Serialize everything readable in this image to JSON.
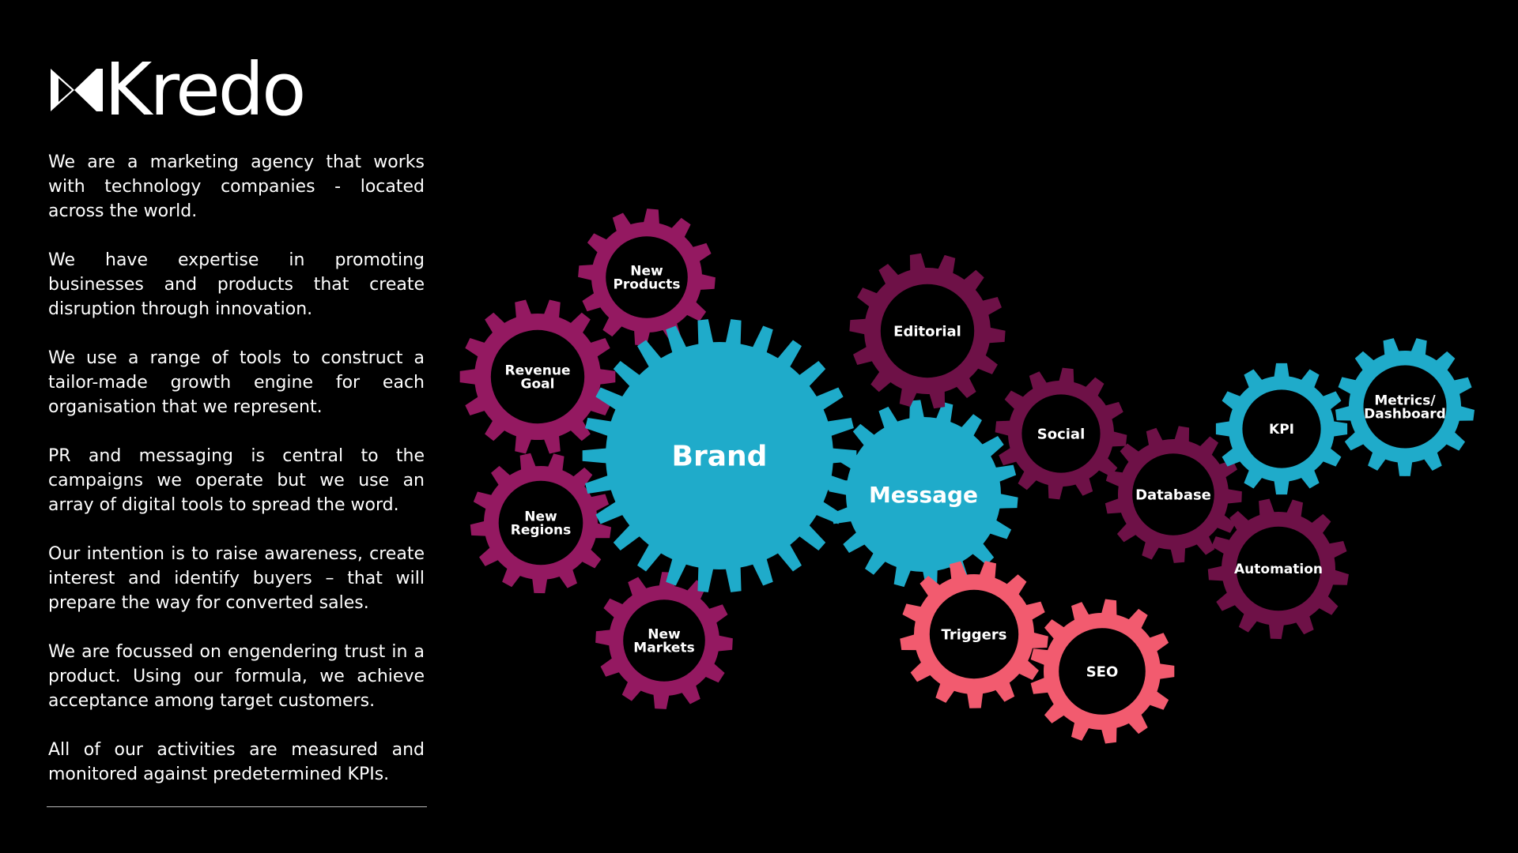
{
  "brand": {
    "name": "Kredo"
  },
  "intro": {
    "paragraphs": [
      "We are a marketing agency that works with technology companies - located across the world.",
      "We have expertise in promoting businesses and products that create disruption through innovation.",
      "We use a range of tools to construct a tailor-made growth engine for each organisation that we represent.",
      "PR and messaging is central to the campaigns we operate but we use an array of digital tools to spread the word.",
      "Our intention is to raise awareness, create interest and identify buyers – that will prepare the way for converted sales.",
      "We are focussed on engendering trust in a product. Using our formula, we achieve acceptance among target customers.",
      "All of our activities are measured and monitored against predetermined KPIs."
    ]
  },
  "colors": {
    "background": "#000000",
    "blue": "#1fabca",
    "purple": "#941961",
    "plum": "#6e1147",
    "coral": "#f25b6f"
  },
  "gears": [
    {
      "id": "new-products",
      "lines": [
        "New",
        "Products"
      ],
      "color": "#941961"
    },
    {
      "id": "revenue-goal",
      "lines": [
        "Revenue",
        "Goal"
      ],
      "color": "#941961"
    },
    {
      "id": "new-regions",
      "lines": [
        "New",
        "Regions"
      ],
      "color": "#941961"
    },
    {
      "id": "new-markets",
      "lines": [
        "New",
        "Markets"
      ],
      "color": "#941961"
    },
    {
      "id": "brand",
      "lines": [
        "Brand"
      ],
      "color": "#1fabca"
    },
    {
      "id": "message",
      "lines": [
        "Message"
      ],
      "color": "#1fabca"
    },
    {
      "id": "editorial",
      "lines": [
        "Editorial"
      ],
      "color": "#6e1147"
    },
    {
      "id": "social",
      "lines": [
        "Social"
      ],
      "color": "#6e1147"
    },
    {
      "id": "database",
      "lines": [
        "Database"
      ],
      "color": "#6e1147"
    },
    {
      "id": "automation",
      "lines": [
        "Automation"
      ],
      "color": "#6e1147"
    },
    {
      "id": "kpi",
      "lines": [
        "KPI"
      ],
      "color": "#1fabca"
    },
    {
      "id": "metrics-dashboard",
      "lines": [
        "Metrics/",
        "Dashboard"
      ],
      "color": "#1fabca"
    },
    {
      "id": "triggers",
      "lines": [
        "Triggers"
      ],
      "color": "#f25b6f"
    },
    {
      "id": "seo",
      "lines": [
        "SEO"
      ],
      "color": "#f25b6f"
    }
  ]
}
